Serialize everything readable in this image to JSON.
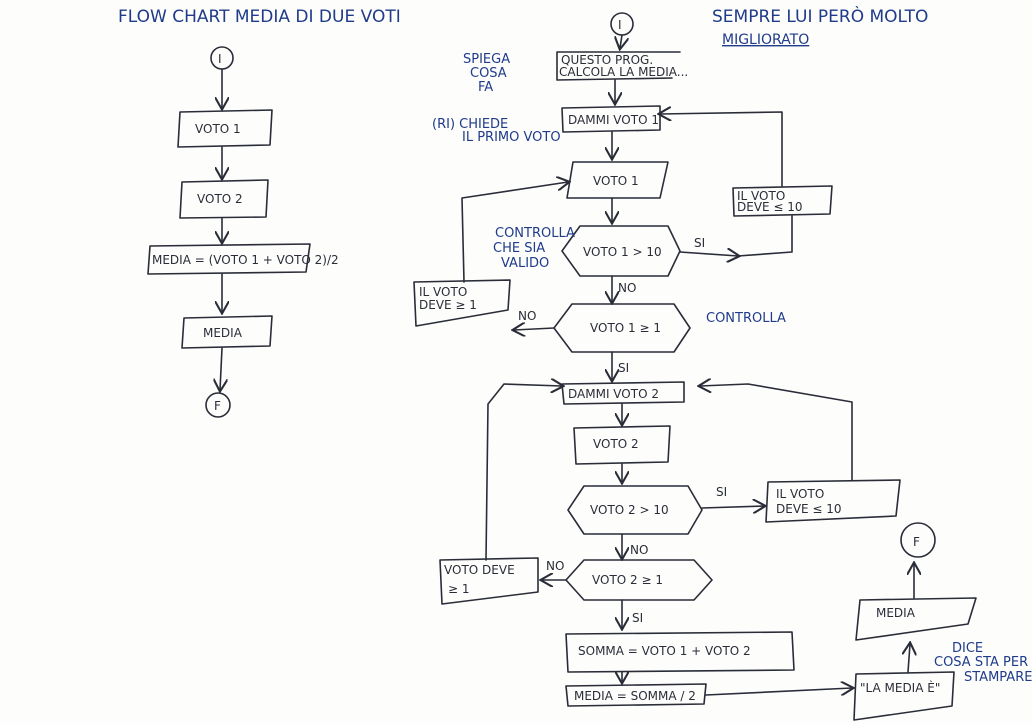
{
  "title_left": "FLOW CHART  MEDIA DI DUE VOTI",
  "title_right_1": "SEMPRE LUI PERÒ MOLTO",
  "title_right_2": "MIGLIORATO",
  "left": {
    "start": "I",
    "voto1": "VOTO 1",
    "voto2": "VOTO 2",
    "media_calc": "MEDIA = (VOTO 1 + VOTO 2)/2",
    "media": "MEDIA",
    "end": "F"
  },
  "right": {
    "start": "I",
    "note_spiega": [
      "SPIEGA",
      "COSA",
      "FA"
    ],
    "comment": [
      "QUESTO PROG.",
      "CALCOLA LA MEDIA..."
    ],
    "note_chiede": [
      "(RI) CHIEDE",
      "IL PRIMO VOTO"
    ],
    "dammi1": "DAMMI VOTO 1",
    "voto1": "VOTO 1",
    "note_controlla1": [
      "CONTROLLA",
      "CHE SIA",
      "VALIDO"
    ],
    "cond1": "VOTO 1 > 10",
    "si1": "SI",
    "err1_hi": [
      "IL VOTO",
      "DEVE ≤ 10"
    ],
    "no1": "NO",
    "cond1b": "VOTO 1 ≥ 1",
    "no1b": "NO",
    "note_controlla2": "CONTROLLA",
    "err1_lo": [
      "IL VOTO",
      "DEVE ≥ 1"
    ],
    "si1b": "SI",
    "dammi2": "DAMMI VOTO 2",
    "voto2": "VOTO 2",
    "cond2": "VOTO 2 > 10",
    "si2": "SI",
    "err2_hi": [
      "IL VOTO",
      "DEVE ≤ 10"
    ],
    "no2": "NO",
    "cond2b": "VOTO 2 ≥ 1",
    "no2b": "NO",
    "err2_lo": [
      "VOTO DEVE",
      "≥ 1"
    ],
    "si2b": "SI",
    "somma": "SOMMA = VOTO 1 + VOTO 2",
    "media_calc": "MEDIA = SOMMA / 2",
    "la_media": "\"LA MEDIA È\"",
    "note_dice": [
      "DICE",
      "COSA STA PER",
      "STAMPARE"
    ],
    "media": "MEDIA",
    "end": "F"
  }
}
